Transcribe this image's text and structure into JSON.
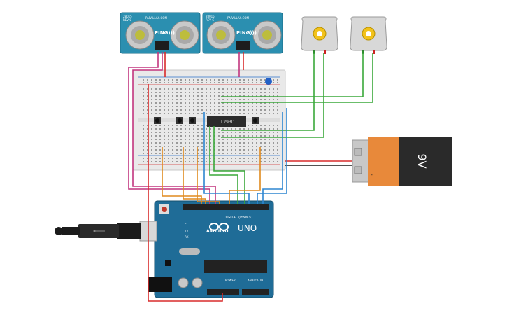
{
  "sensors": [
    {
      "model": "PING)))",
      "brand": "PARALLAX.COM",
      "code": "28015",
      "rev": "REV C"
    },
    {
      "model": "PING)))",
      "brand": "PARALLAX.COM",
      "code": "28015",
      "rev": "REV C"
    }
  ],
  "driver_chip": "L293D",
  "battery": {
    "voltage": "9V",
    "plus": "+",
    "minus": "-"
  },
  "arduino": {
    "model": "UNO",
    "brand": "ARDUINO",
    "digital_label": "DIGITAL (PWM~)",
    "power_label": "POWER",
    "analog_label": "ANALOG IN",
    "tx": "TX",
    "rx": "RX",
    "l": "L"
  },
  "colors": {
    "board": "#1f6c97",
    "breadboard": "#e9e9e9",
    "sensor": "#2b8fb0",
    "wire_magenta": "#c2357e",
    "wire_red": "#d92b2b",
    "wire_green": "#3aa83a",
    "wire_blue": "#2e86d1",
    "wire_orange": "#e08a1e",
    "battery_orange": "#e8893a",
    "battery_black": "#2a2a2a"
  }
}
